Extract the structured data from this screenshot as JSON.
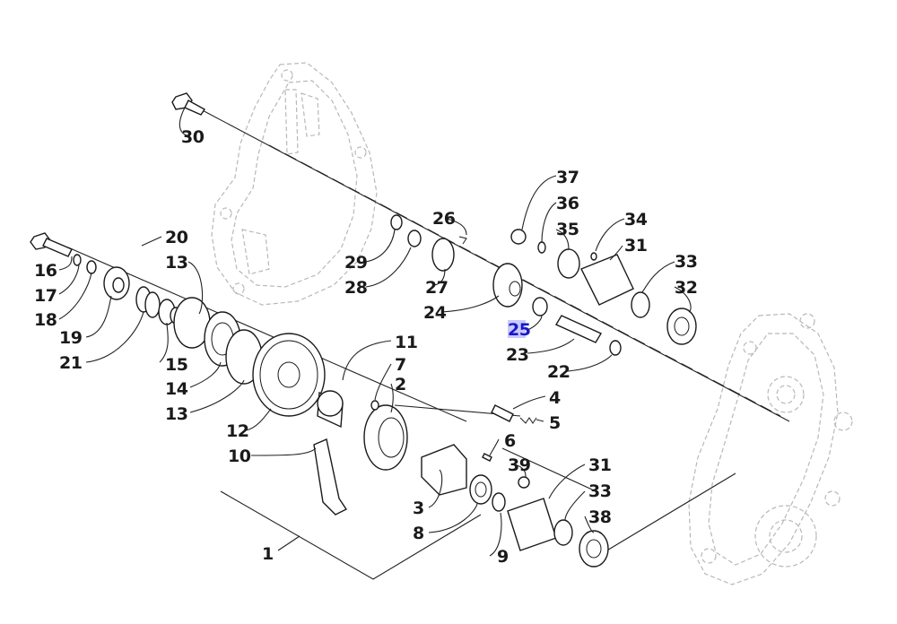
{
  "diagram": {
    "highlight_color": "#1818c8",
    "callouts": [
      {
        "id": "c30",
        "label": "30"
      },
      {
        "id": "c16",
        "label": "16"
      },
      {
        "id": "c17",
        "label": "17"
      },
      {
        "id": "c18",
        "label": "18"
      },
      {
        "id": "c19",
        "label": "19"
      },
      {
        "id": "c20",
        "label": "20"
      },
      {
        "id": "c13a",
        "label": "13"
      },
      {
        "id": "c21",
        "label": "21"
      },
      {
        "id": "c15",
        "label": "15"
      },
      {
        "id": "c14",
        "label": "14"
      },
      {
        "id": "c13b",
        "label": "13"
      },
      {
        "id": "c12",
        "label": "12"
      },
      {
        "id": "c29",
        "label": "29"
      },
      {
        "id": "c28",
        "label": "28"
      },
      {
        "id": "c26",
        "label": "26"
      },
      {
        "id": "c27",
        "label": "27"
      },
      {
        "id": "c24",
        "label": "24"
      },
      {
        "id": "c25",
        "label": "25"
      },
      {
        "id": "c23",
        "label": "23"
      },
      {
        "id": "c22",
        "label": "22"
      },
      {
        "id": "c37",
        "label": "37"
      },
      {
        "id": "c36",
        "label": "36"
      },
      {
        "id": "c35",
        "label": "35"
      },
      {
        "id": "c34",
        "label": "34"
      },
      {
        "id": "c31a",
        "label": "31"
      },
      {
        "id": "c33a",
        "label": "33"
      },
      {
        "id": "c32",
        "label": "32"
      },
      {
        "id": "c11",
        "label": "11"
      },
      {
        "id": "c7",
        "label": "7"
      },
      {
        "id": "c2",
        "label": "2"
      },
      {
        "id": "c4",
        "label": "4"
      },
      {
        "id": "c5",
        "label": "5"
      },
      {
        "id": "c6",
        "label": "6"
      },
      {
        "id": "c10",
        "label": "10"
      },
      {
        "id": "c39",
        "label": "39"
      },
      {
        "id": "c31b",
        "label": "31"
      },
      {
        "id": "c33b",
        "label": "33"
      },
      {
        "id": "c38",
        "label": "38"
      },
      {
        "id": "c3",
        "label": "3"
      },
      {
        "id": "c8",
        "label": "8"
      },
      {
        "id": "c9",
        "label": "9"
      },
      {
        "id": "c1",
        "label": "1"
      }
    ]
  }
}
